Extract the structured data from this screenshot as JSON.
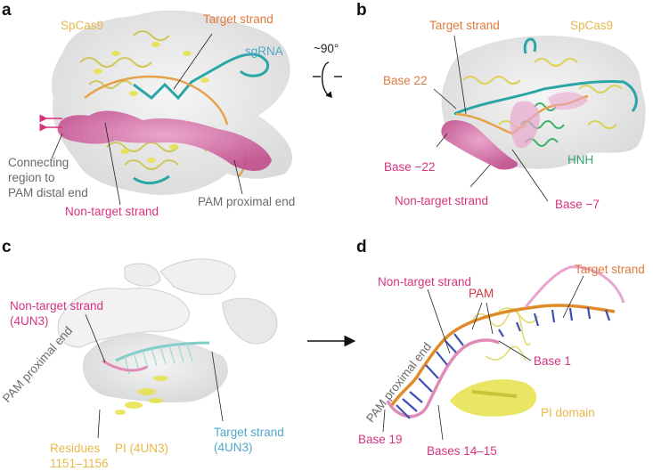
{
  "figure": {
    "panels": [
      {
        "id": "a",
        "labels": {
          "protein": "SpCas9",
          "target": "Target strand",
          "sgrna": "sgRNA",
          "connecting": [
            "Connecting",
            "region to",
            "PAM distal end"
          ],
          "nontarget": "Non-target strand",
          "pam_proximal": "PAM proximal end"
        }
      },
      {
        "id": "b",
        "labels": {
          "rotation": "~90°",
          "target": "Target strand",
          "protein": "SpCas9",
          "base22": "Base 22",
          "base_neg22": "Base −22",
          "hnh": "HNH",
          "nontarget": "Non-target strand",
          "base_neg7": "Base −7"
        }
      },
      {
        "id": "c",
        "labels": {
          "nontarget": [
            "Non-target strand",
            "(4UN3)"
          ],
          "pam_proximal": "PAM proximal end",
          "target": [
            "Target strand",
            "(4UN3)"
          ],
          "residues": [
            "Residues",
            "1151–1156"
          ],
          "pi": "PI (4UN3)"
        }
      },
      {
        "id": "d",
        "labels": {
          "nontarget": "Non-target strand",
          "pam": "PAM",
          "target": "Target strand",
          "base1": "Base 1",
          "pam_proximal": "PAM proximal end",
          "pi_domain": "PI domain",
          "base19": "Base 19",
          "bases1415": "Bases 14–15"
        }
      }
    ],
    "colors": {
      "protein": "#e8b84a",
      "target": "#e07a3c",
      "sgrna": "#4fa7c9",
      "nontarget": "#d6337f",
      "hnh": "#2ea56a",
      "pam": "#d8343c",
      "density": "#e4e4e4",
      "gray_text": "#6a6a6a"
    }
  }
}
